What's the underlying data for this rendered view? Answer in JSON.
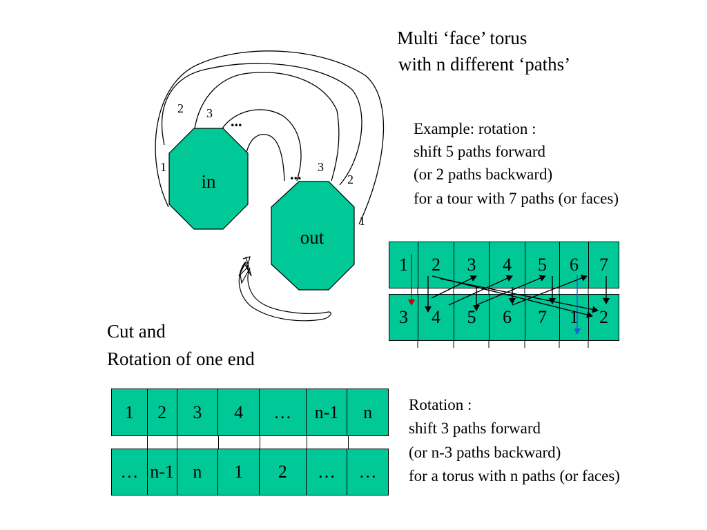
{
  "title": {
    "line1": "Multi ‘face’ torus",
    "line2": " with n different ‘paths’"
  },
  "example_note": {
    "line1": "Example: rotation :",
    "line2": "shift 5 paths forward",
    "line3": "(or 2 paths backward)",
    "line4": "for a tour with 7 paths (or faces)"
  },
  "torus": {
    "in_label": "in",
    "out_label": "out",
    "in_path_labels": [
      "1",
      "2",
      "3",
      "..."
    ],
    "out_path_labels": [
      "1",
      "2",
      "3",
      "..."
    ],
    "face_color": "#00c896"
  },
  "seven_path_table": {
    "top_row": [
      "1",
      "2",
      "3",
      "4",
      "5",
      "6",
      "7"
    ],
    "bottom_row": [
      "3",
      "4",
      "5",
      "6",
      "7",
      "1",
      "2"
    ],
    "arrow_colors": {
      "default": "#000000",
      "first": "#cc0000",
      "sixth": "#1e5adc"
    }
  },
  "cut_caption": {
    "line1": "Cut and",
    "line2": "Rotation of one end"
  },
  "n_path_table": {
    "top_row": [
      "1",
      "2",
      "3",
      "4",
      "…",
      "n-1",
      "n"
    ],
    "bottom_row": [
      "…",
      "n-1",
      "n",
      "1",
      "2",
      "…",
      "…"
    ]
  },
  "rotation_note": {
    "line1": "Rotation :",
    "line2": "shift 3 paths forward",
    "line3": "(or n-3 paths backward)",
    "line4": "for a torus with n paths (or faces)"
  }
}
